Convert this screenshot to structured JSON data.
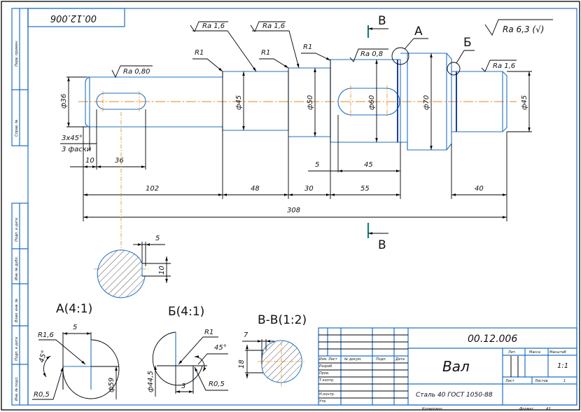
{
  "drawing": {
    "title": "Вал",
    "designation": "00.12.006",
    "designation_rotated": "00.12.006",
    "material": "Сталь 40 ГОСТ 1050-88",
    "copied_label": "Копировал",
    "format_label": "Формат",
    "format_value": "А3",
    "general_roughness": "Ra 6,3 (√)",
    "colors": {
      "contour": "#1f6fc4",
      "axis": "#e8861c",
      "section_mark": "#168080",
      "dimension": "#000000"
    }
  },
  "side_stamps": [
    "Перв. примен.",
    "Справ. №",
    "Подп. и дата",
    "Инв. № дубл.",
    "Взам. инв. №",
    "Подп. и дата",
    "Инв. № подл."
  ],
  "main_view": {
    "roughness": [
      "Ra 0,80",
      "Ra 1,6",
      "Ra 1,6",
      "Ra 0,8",
      "Ra 1,6"
    ],
    "radii": [
      "R1",
      "R1",
      "R1"
    ],
    "diameters": [
      "ф36",
      "ф45",
      "ф50",
      "ф60",
      "ф70",
      "ф45"
    ],
    "chamfer": [
      "3х45°",
      "3 фаски"
    ],
    "lengths": {
      "l10": "10",
      "l36": "36",
      "l5": "5",
      "l45": "45",
      "l102": "102",
      "l48": "48",
      "l30": "30",
      "l55": "55",
      "l40": "40",
      "total": "308"
    },
    "detail_callouts": [
      "А",
      "Б"
    ],
    "section_marks": [
      "В",
      "В"
    ]
  },
  "section_keyway": {
    "depth": "5",
    "width": "10"
  },
  "detail_a": {
    "title": "А(4:1)",
    "r_big": "R1,6",
    "r_small": "R0,5",
    "angle": "45°",
    "width": "5",
    "diameter": "ф59"
  },
  "detail_b": {
    "title": "Б(4:1)",
    "r_big": "R1",
    "r_small": "R0,5",
    "angle": "45°",
    "width": "3",
    "diameter": "ф44,5"
  },
  "section_bb": {
    "title": "В-В(1:2)",
    "depth": "7",
    "width": "18"
  },
  "title_block": {
    "headers": [
      "Изм.",
      "Лист",
      "№ докум.",
      "Подп.",
      "Дата"
    ],
    "roles": [
      "Разраб.",
      "Пров.",
      "Т.контр.",
      "",
      "Н.контр.",
      "Утв."
    ],
    "lit_label": "Лит.",
    "mass_label": "Масса",
    "scale_label": "Масштаб",
    "scale_value": "1:1",
    "sheet_label": "Лист",
    "sheets_label": "Листов",
    "sheets_value": "1"
  }
}
